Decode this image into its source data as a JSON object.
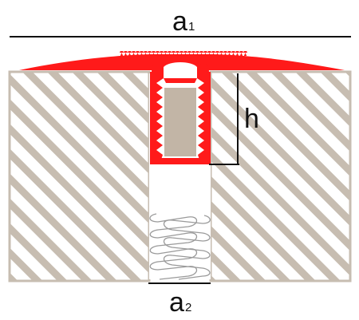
{
  "labels": {
    "a1_main": "a",
    "a1_sub": "1",
    "a2_main": "a",
    "a2_sub": "2",
    "h": "h"
  },
  "colors": {
    "profile": "#ff1a1a",
    "profile_dark": "#e00000",
    "hatch_bg": "#ffffff",
    "hatch_line": "#c7bdb1",
    "insert": "#c2b5a6",
    "spring": "#9a9a9a",
    "dimension": "#111111"
  }
}
